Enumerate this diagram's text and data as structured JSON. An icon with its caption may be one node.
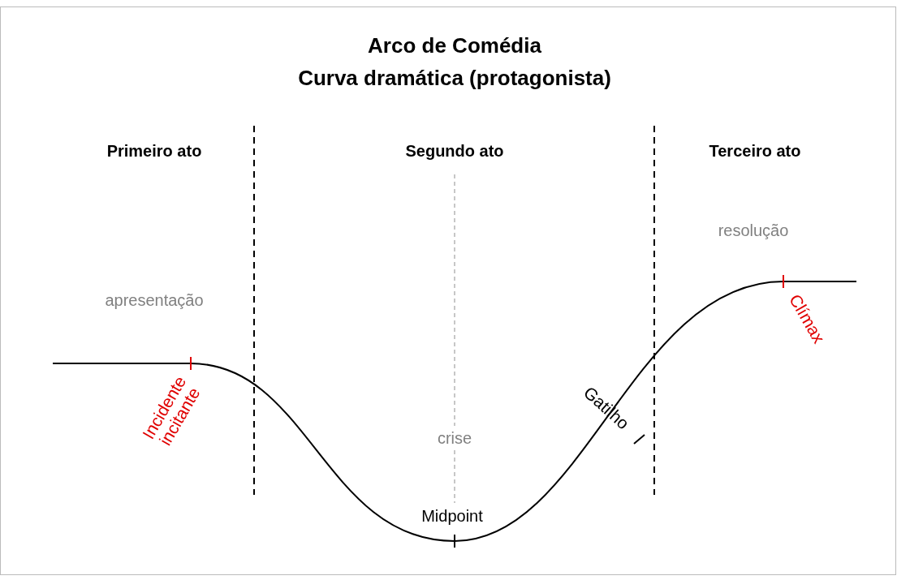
{
  "diagram": {
    "title": "Arco de Comédia",
    "labels": [
      "Curva dramática (protagonista)",
      "Primeiro ato",
      "Segundo ato",
      "Terceiro ato",
      "resolução",
      "apresentação",
      "Clímax",
      "Gatilho",
      "Incidente incitante",
      "crise",
      "Midpoint"
    ]
  }
}
